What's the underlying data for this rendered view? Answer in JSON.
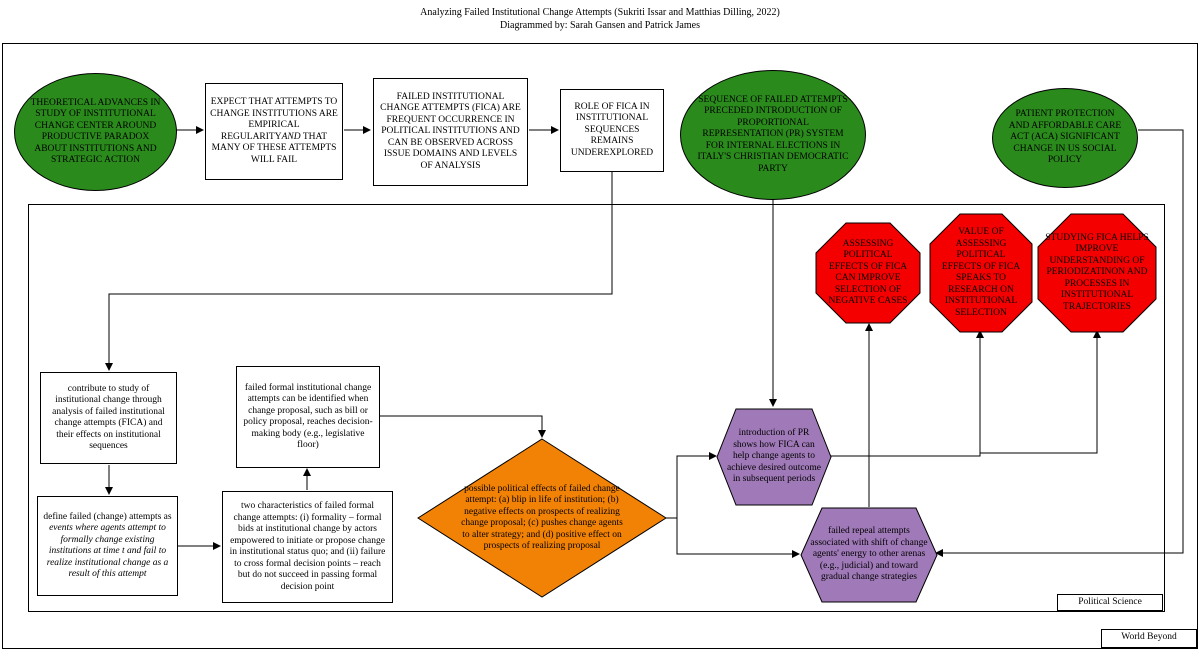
{
  "header": {
    "title": "Analyzing Failed Institutional Change Attempts (Sukriti Issar and Matthias Dilling, 2022)",
    "subtitle": "Diagrammed by: Sarah Gansen and Patrick James"
  },
  "frames": {
    "outer_label": "World Beyond",
    "inner_label": "Political Science"
  },
  "top_row": {
    "theoretical_advances": "THEORETICAL ADVANCES IN STUDY OF INSTITUTIONAL CHANGE CENTER AROUND PRODUCTIVE PARADOX ABOUT INSTITUTIONS AND STRATEGIC ACTION",
    "expect_attempts_a": "EXPECT THAT ATTEMPTS TO CHANGE INSTITUTIONS ARE EMPIRICAL REGULARITY",
    "expect_attempts_and": "AND",
    "expect_attempts_b": " THAT MANY OF THESE ATTEMPTS WILL FAIL",
    "fica_frequent": "FAILED INSTITUTIONAL CHANGE ATTEMPTS (FICA) ARE FREQUENT OCCURRENCE IN POLITICAL INSTITUTIONS AND CAN BE OBSERVED ACROSS ISSUE DOMAINS AND LEVELS OF ANALYSIS",
    "role_of_fica": "ROLE OF FICA IN INSTITUTIONAL SEQUENCES REMAINS UNDEREXPLORED",
    "sequence_italy": "SEQUENCE OF FAILED ATTEMPTS PRECEDED INTRODUCTION OF PROPORTIONAL REPRESENTATION (PR) SYSTEM FOR INTERNAL ELECTIONS IN ITALY'S CHRISTIAN DEMOCRATIC PARTY",
    "aca": "PATIENT PROTECTION AND AFFORDABLE CARE ACT (ACA) SIGNIFICANT CHANGE IN US SOCIAL POLICY"
  },
  "octagons": {
    "assessing": "ASSESSING POLITICAL EFFECTS OF FICA CAN IMPROVE SELECTION OF NEGATIVE CASES",
    "value": "VALUE OF ASSESSING POLITICAL EFFECTS OF FICA SPEAKS TO RESEARCH ON INSTITUTIONAL SELECTION",
    "studying": "STUDYING FICA HELPS IMPROVE UNDERSTANDING OF PERIODIZATINON AND PROCESSES IN INSTITUTIONAL TRAJECTORIES"
  },
  "inner": {
    "contribute": "contribute to study of institutional change through analysis of failed institutional change attempts (FICA) and their effects on institutional sequences",
    "define_a": "define failed (change) attempts as ",
    "define_b": "events where agents attempt to formally change existing institutions at time t and fail to realize institutional change as a result of this attempt",
    "identified": "failed formal institutional change attempts can be identified when change proposal, such as bill or policy proposal, reaches decision-making body (e.g., legislative floor)",
    "two_characteristics": "two characteristics of failed formal change attempts: (i) formality – formal bids at institutional change by actors empowered to initiate or propose change in institutional status quo; and (ii) failure to cross formal decision points – reach but do not succeed in passing formal decision point",
    "possible_effects": "possible political effects of failed change attempt: (a) blip in life of institution; (b) negative effects on prospects of realizing change proposal; (c) pushes change agents to alter strategy; and (d) positive effect on prospects of realizing proposal",
    "introduction_pr": "introduction of PR shows how FICA can help change agents to achieve desired outcome in subsequent periods",
    "failed_repeal": "failed repeal attempts associated with shift of change agents' energy to other arenas (e.g., judicial) and toward gradual change strategies"
  },
  "colors": {
    "green": "#2a8a1c",
    "red": "#f50000",
    "orange": "#f28205",
    "purple": "#a07ab8"
  }
}
